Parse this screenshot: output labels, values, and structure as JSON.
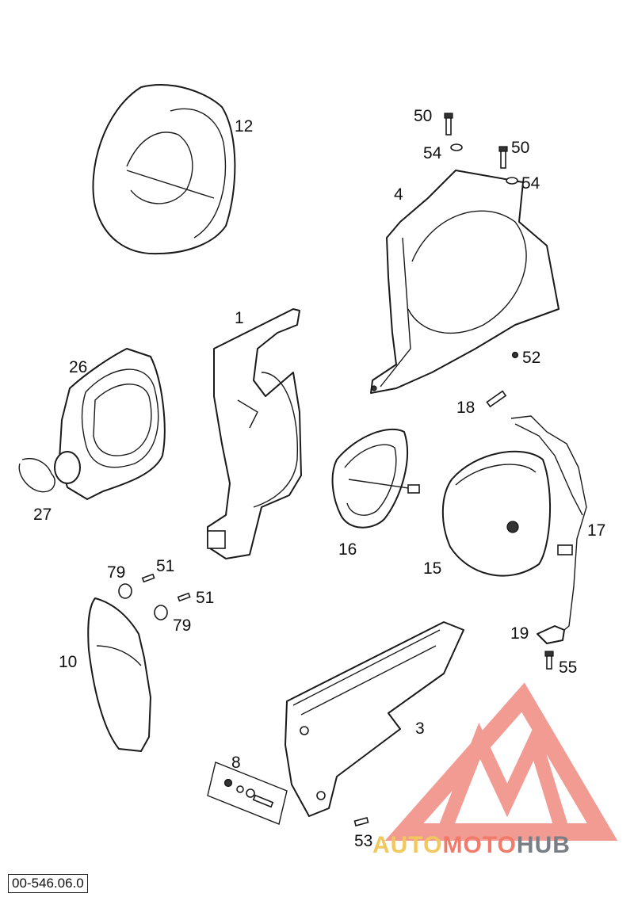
{
  "diagram": {
    "drawing_code": "00-546.06.0",
    "callouts": [
      {
        "id": "c12",
        "text": "12"
      },
      {
        "id": "c50a",
        "text": "50"
      },
      {
        "id": "c54a",
        "text": "54"
      },
      {
        "id": "c50b",
        "text": "50"
      },
      {
        "id": "c54b",
        "text": "54"
      },
      {
        "id": "c4",
        "text": "4"
      },
      {
        "id": "c1",
        "text": "1"
      },
      {
        "id": "c52",
        "text": "52"
      },
      {
        "id": "c26",
        "text": "26"
      },
      {
        "id": "c18",
        "text": "18"
      },
      {
        "id": "c27",
        "text": "27"
      },
      {
        "id": "c17",
        "text": "17"
      },
      {
        "id": "c16",
        "text": "16"
      },
      {
        "id": "c15",
        "text": "15"
      },
      {
        "id": "c79a",
        "text": "79"
      },
      {
        "id": "c51a",
        "text": "51"
      },
      {
        "id": "c51b",
        "text": "51"
      },
      {
        "id": "c79b",
        "text": "79"
      },
      {
        "id": "c19",
        "text": "19"
      },
      {
        "id": "c10",
        "text": "10"
      },
      {
        "id": "c55",
        "text": "55"
      },
      {
        "id": "c3",
        "text": "3"
      },
      {
        "id": "c8",
        "text": "8"
      },
      {
        "id": "c53",
        "text": "53"
      }
    ]
  },
  "watermark": {
    "part1": "AUTO",
    "part2": "MOTO",
    "part3": "HUB",
    "colors": {
      "logo": "#f08a80",
      "auto": "#f2c75c",
      "moto": "#f27a6a",
      "hub": "#7a7f86"
    }
  }
}
